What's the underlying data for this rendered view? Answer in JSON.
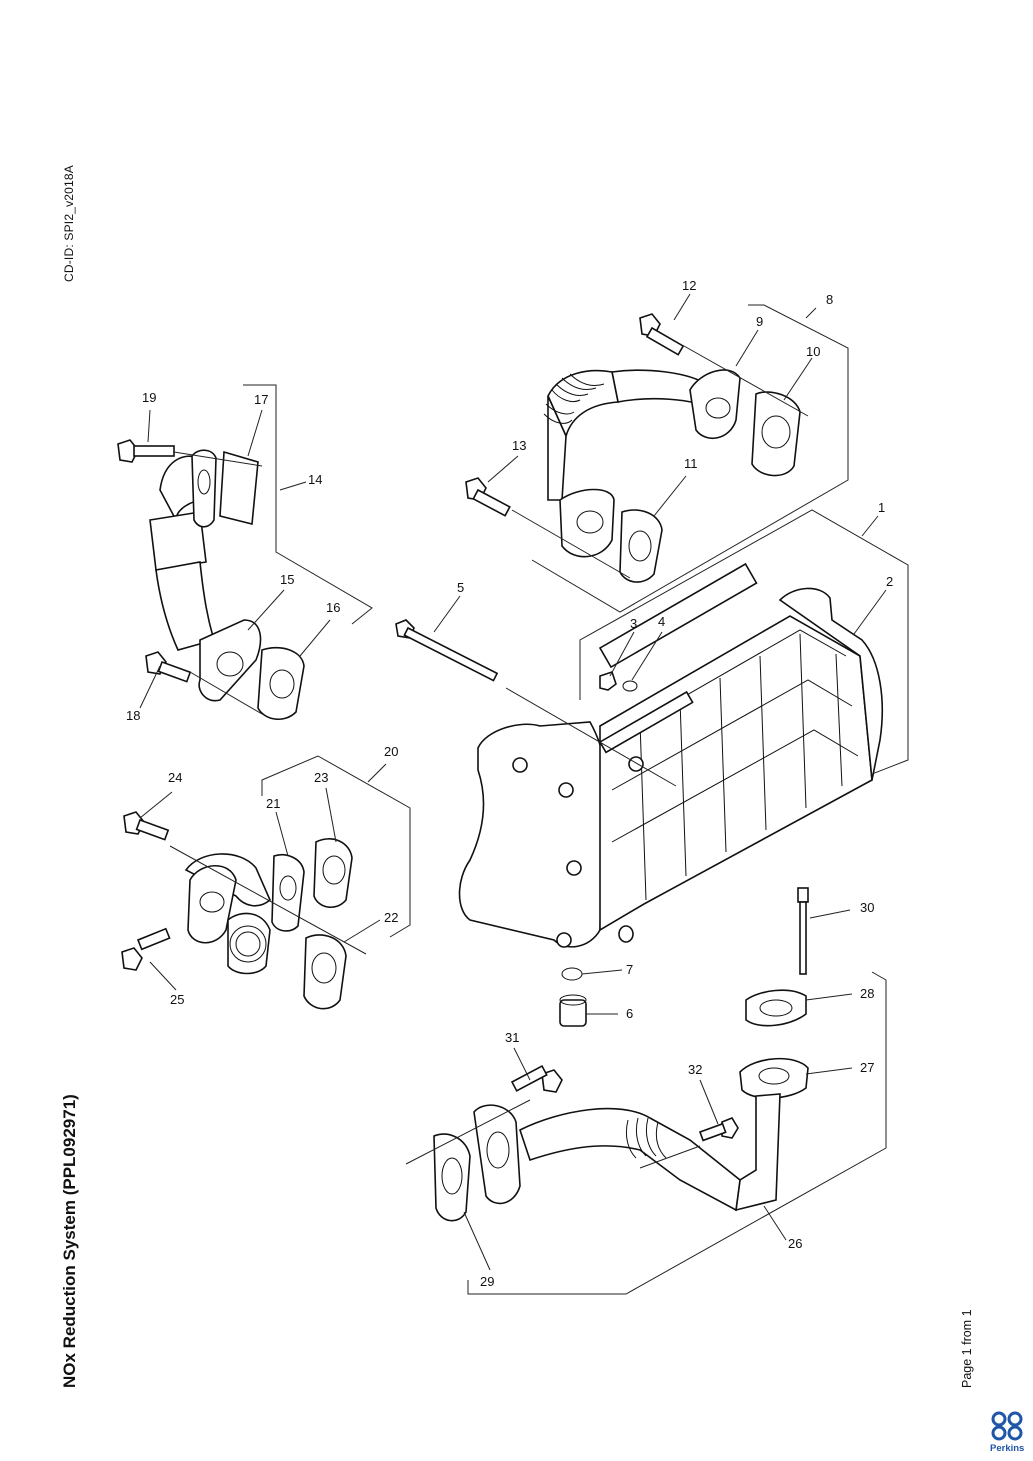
{
  "document": {
    "cd_id": "CD-ID: SPI2_v2018A",
    "title": "NOx Reduction System (PPL092971)",
    "pagination": "Page 1 from 1",
    "brand": "Perkins",
    "brand_color": "#1f56a8"
  },
  "callouts": [
    "1",
    "2",
    "3",
    "4",
    "5",
    "6",
    "7",
    "8",
    "9",
    "10",
    "11",
    "12",
    "13",
    "14",
    "15",
    "16",
    "17",
    "18",
    "19",
    "20",
    "21",
    "22",
    "23",
    "24",
    "25",
    "26",
    "27",
    "28",
    "29",
    "30",
    "31",
    "32"
  ]
}
